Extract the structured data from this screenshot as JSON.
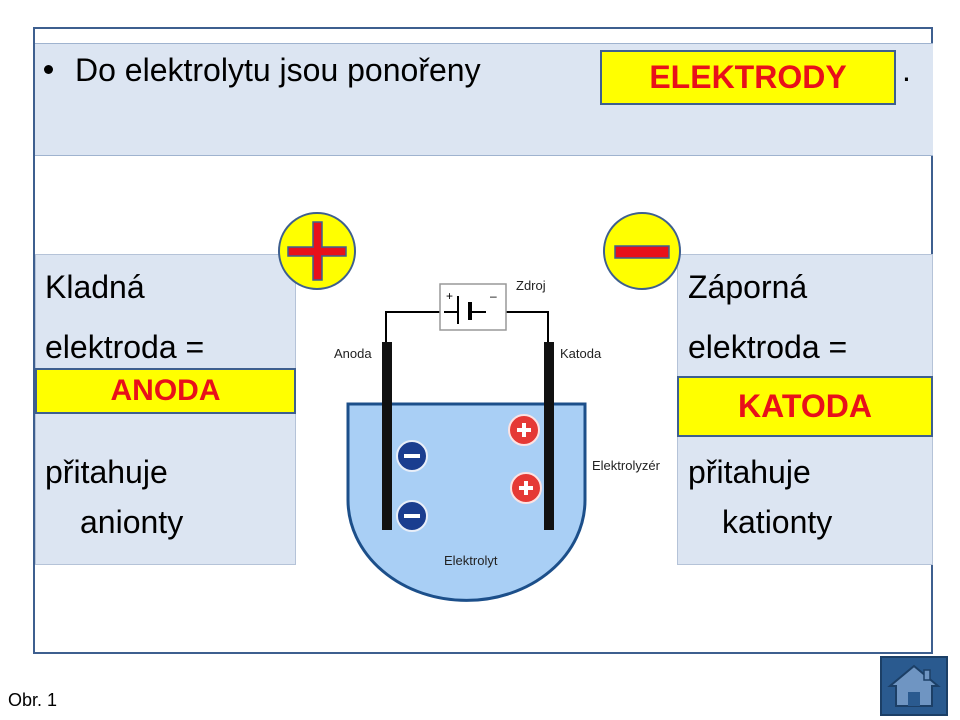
{
  "question": {
    "text": "Do elektrolytu jsou ponořeny",
    "period": ".",
    "answer": "ELEKTRODY"
  },
  "left_box": {
    "line1": "Kladná",
    "line2": "elektroda =",
    "answer": "ANODA",
    "line3": "přitahuje",
    "line4": "anionty"
  },
  "right_box": {
    "line1": "Záporná",
    "line2": "elektroda =",
    "answer": "KATODA",
    "line3": "přitahuje",
    "line4": "kationty"
  },
  "diagram": {
    "source_label": "Zdroj",
    "anode_label": "Anoda",
    "cathode_label": "Katoda",
    "vessel_label": "Elektrolyzér",
    "electrolyte_label": "Elektrolyt",
    "plus_symbol": "+",
    "minus_symbol": "–"
  },
  "caption": "Obr. 1",
  "colors": {
    "panel": "#dce5f2",
    "answer_fill": "#ffff00",
    "answer_text": "#e8101a",
    "electrolyte": "#a9cff5",
    "anion": "#1a3d8f",
    "cation": "#e53935",
    "border": "#3e5f8f"
  },
  "icons": {
    "plus_sign": "red-plus-icon",
    "minus_sign": "red-minus-icon",
    "home": "home-icon"
  }
}
